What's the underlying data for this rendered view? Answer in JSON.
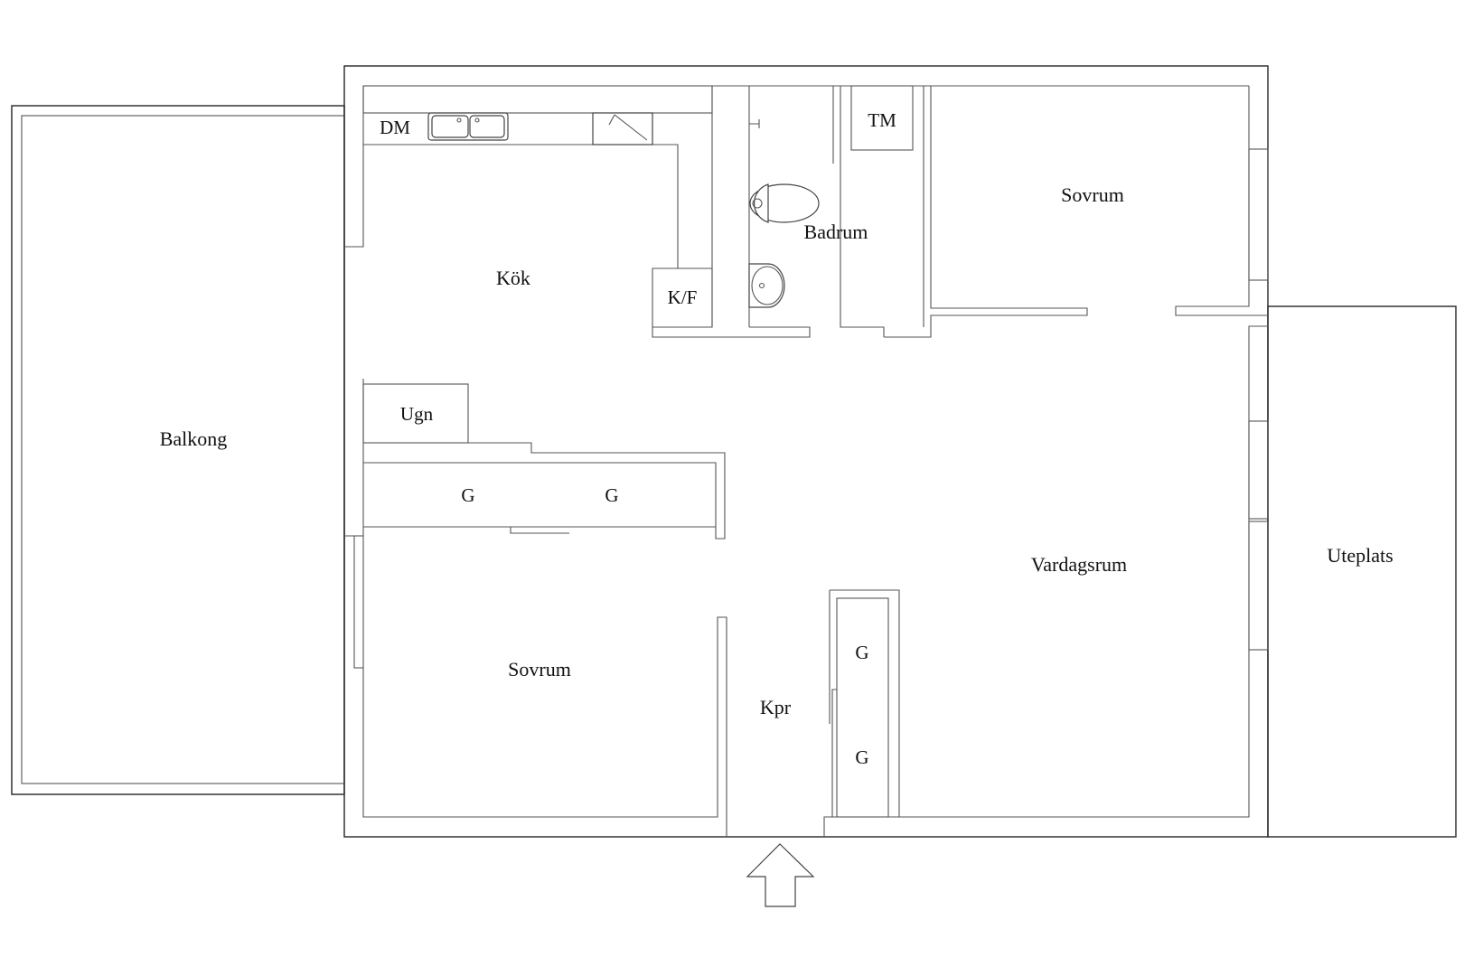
{
  "rooms": {
    "balkong": "Balkong",
    "kok": "Kök",
    "badrum": "Badrum",
    "sovrum_top": "Sovrum",
    "vardagsrum": "Vardagsrum",
    "uteplats": "Uteplats",
    "sovrum_bottom": "Sovrum",
    "kpr": "Kpr"
  },
  "fixtures": {
    "dm": "DM",
    "tm": "TM",
    "kf": "K/F",
    "ugn": "Ugn",
    "wardrobe_1": "G",
    "wardrobe_2": "G",
    "wardrobe_3": "G",
    "wardrobe_4": "G"
  },
  "icons": {
    "entrance": "entrance-arrow-icon",
    "sink": "kitchen-sink-icon",
    "toilet": "toilet-icon",
    "washbasin": "washbasin-icon",
    "stove": "stove-icon"
  }
}
